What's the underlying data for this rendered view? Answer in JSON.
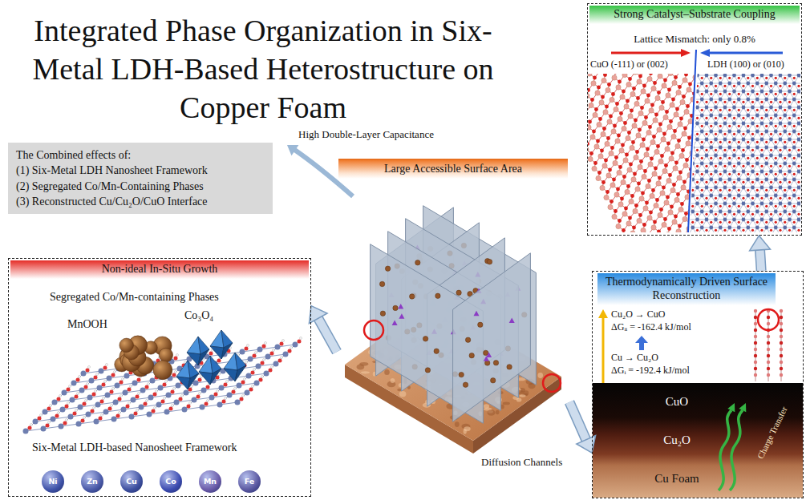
{
  "diagram": {
    "title": "Integrated Phase Organization in Six-Metal LDH-Based Heterostructure on Copper Foam",
    "nodes": [
      {
        "text": [
          "The Combined effects of:",
          "(1) Six-Metal LDH Nanosheet Framework",
          "(2) Segregated Co/Mn-Containing Phases",
          "(3) Reconstructed Cu/Cu₂O/CuO Interface"
        ]
      },
      {
        "text": [
          "Strong Catalyst–Substrate Coupling"
        ]
      },
      {
        "text": [
          "Large Accessible Surface Area"
        ]
      },
      {
        "text": [
          "Non-ideal In-Situ Growth"
        ]
      },
      {
        "text": [
          "Ni"
        ],
        "in": 3
      },
      {
        "text": [
          "Zn"
        ],
        "in": 3
      },
      {
        "text": [
          "Cu"
        ],
        "in": 3
      },
      {
        "text": [
          "Co"
        ],
        "in": 3
      },
      {
        "text": [
          "Mn"
        ],
        "in": 3
      },
      {
        "text": [
          "Fe"
        ],
        "in": 3
      },
      {
        "text": [
          "Thermodynamically Driven Surface Reconstruction"
        ]
      },
      {
        "text": [
          "CuO"
        ],
        "in": 10
      },
      {
        "text": [
          "Cu₂O"
        ],
        "in": 10
      },
      {
        "text": [
          "Cu Foam"
        ],
        "in": 10
      }
    ],
    "edges": [
      {
        "from": 2,
        "to": 3,
        "arrow": "to"
      },
      {
        "from": 2,
        "to": 10,
        "arrow": "to"
      },
      {
        "from": 10,
        "to": 1,
        "arrow": "to"
      }
    ],
    "labels": [
      "High Double-Layer Capacitance",
      "Diffusion Channels",
      "Segregated Co/Mn-containing Phases",
      "MnOOH",
      "Co₃O₄",
      "Six-Metal LDH-based Nanosheet Framework",
      "Lattice Mismatch: only 0.8%",
      "CuO (-111) or (002)",
      "LDH (100) or (010)",
      "Cu₂O → CuO",
      "ΔGᵢᵢ = -162.4 kJ/mol",
      "Cu → Cu₂O",
      "ΔGᵢ = -192.4 kJ/mol",
      "Charge Transfer"
    ]
  }
}
